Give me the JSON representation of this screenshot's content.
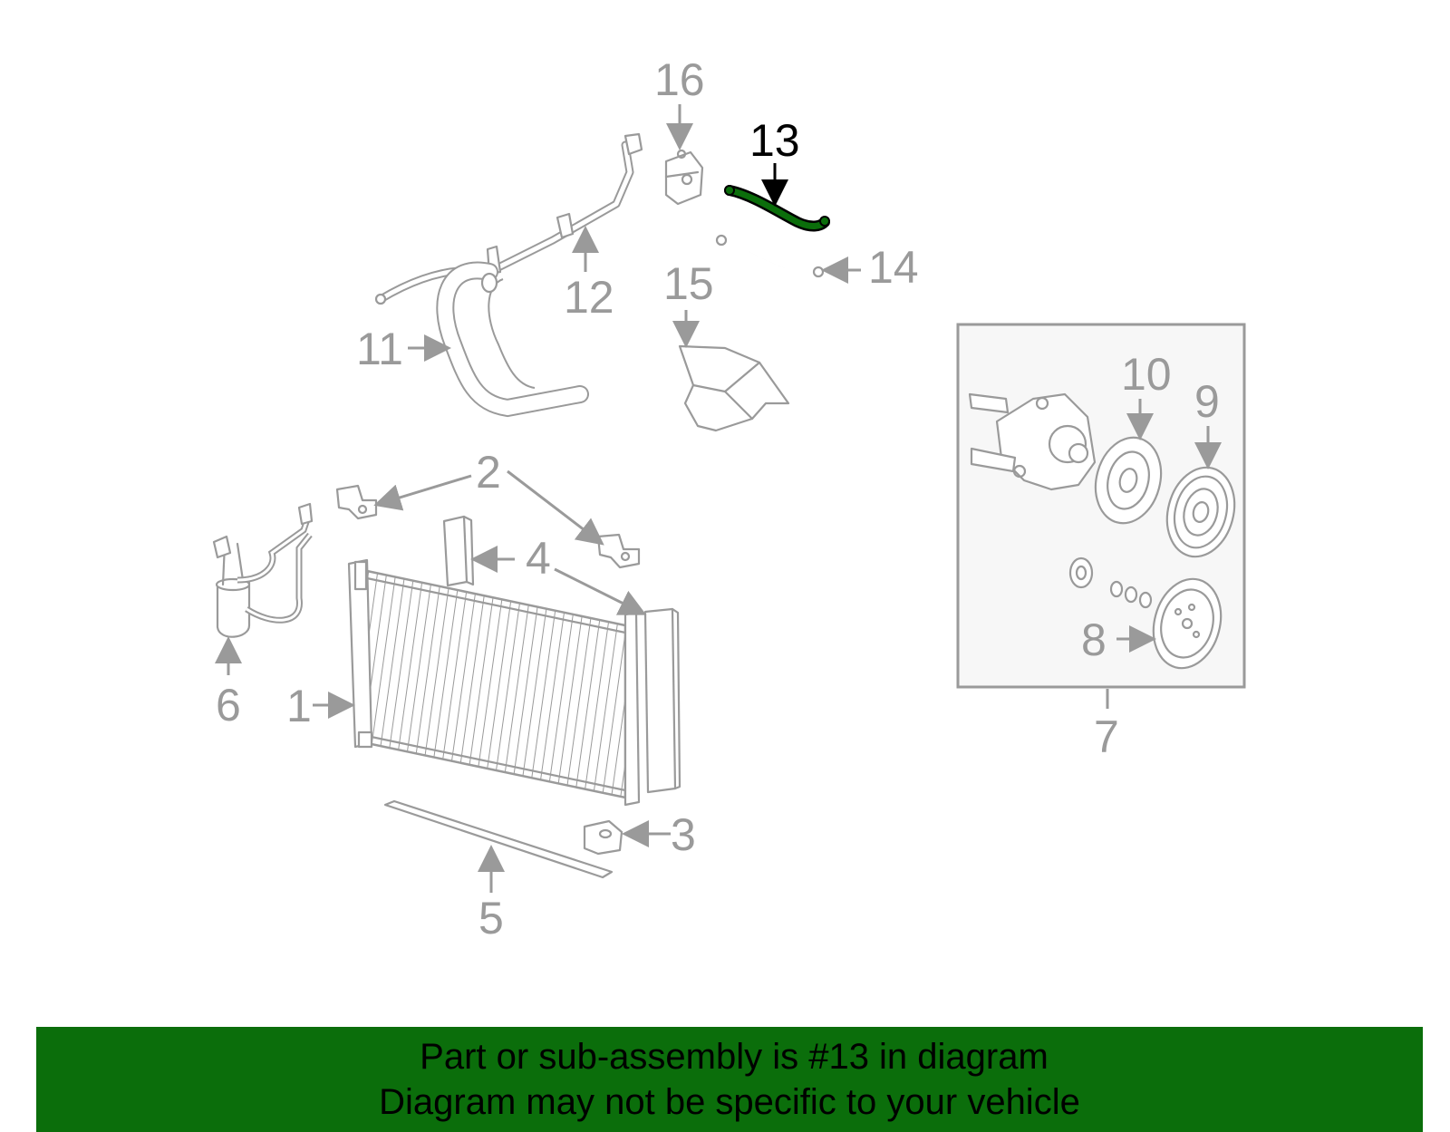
{
  "callouts": {
    "c1": "1",
    "c2": "2",
    "c3": "3",
    "c4": "4",
    "c5": "5",
    "c6": "6",
    "c7": "7",
    "c8": "8",
    "c9": "9",
    "c10": "10",
    "c11": "11",
    "c12": "12",
    "c13": "13",
    "c14": "14",
    "c15": "15",
    "c16": "16"
  },
  "highlight_part": "13",
  "colors": {
    "highlight": "#0b6e0b",
    "parts": "#9a9a9a",
    "banner": "#0b6e0b"
  },
  "banner": {
    "line1": "Part or sub-assembly is #13 in diagram",
    "line2": "Diagram may not be specific to your vehicle"
  }
}
